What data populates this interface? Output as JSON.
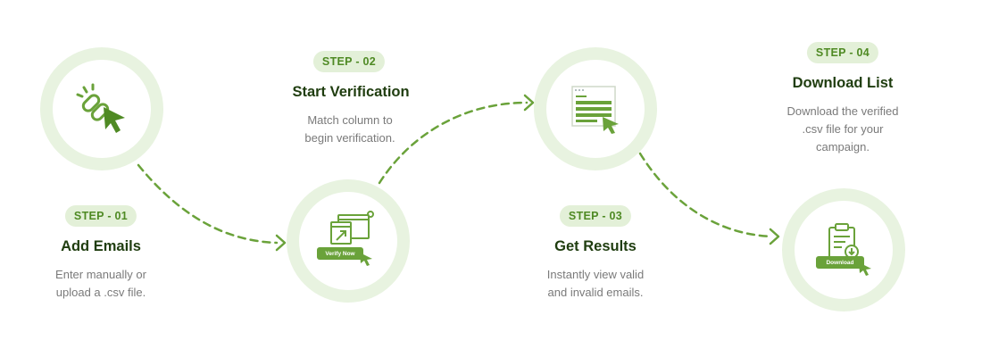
{
  "steps": [
    {
      "badge": "STEP - 01",
      "title": "Add Emails",
      "desc_line1": "Enter manually or",
      "desc_line2": "upload a .csv file.",
      "icon": "link-cursor-icon"
    },
    {
      "badge": "STEP - 02",
      "title": "Start Verification",
      "desc_line1": "Match column to",
      "desc_line2": "begin verification.",
      "icon": "window-verify-icon",
      "button_label": "Verify Now"
    },
    {
      "badge": "STEP - 03",
      "title": "Get Results",
      "desc_line1": "Instantly view valid",
      "desc_line2": "and invalid emails.",
      "icon": "results-list-icon"
    },
    {
      "badge": "STEP - 04",
      "title": "Download List",
      "desc_line1": "Download the verified",
      "desc_line2": ".csv file for your",
      "desc_line3": "campaign.",
      "icon": "clipboard-download-icon",
      "button_label": "Download"
    }
  ],
  "colors": {
    "accent": "#6aa23a",
    "ring": "#e8f3e0",
    "badge_bg": "#e3f0d8",
    "title": "#1f3d0f",
    "text": "#7a7a7a"
  }
}
